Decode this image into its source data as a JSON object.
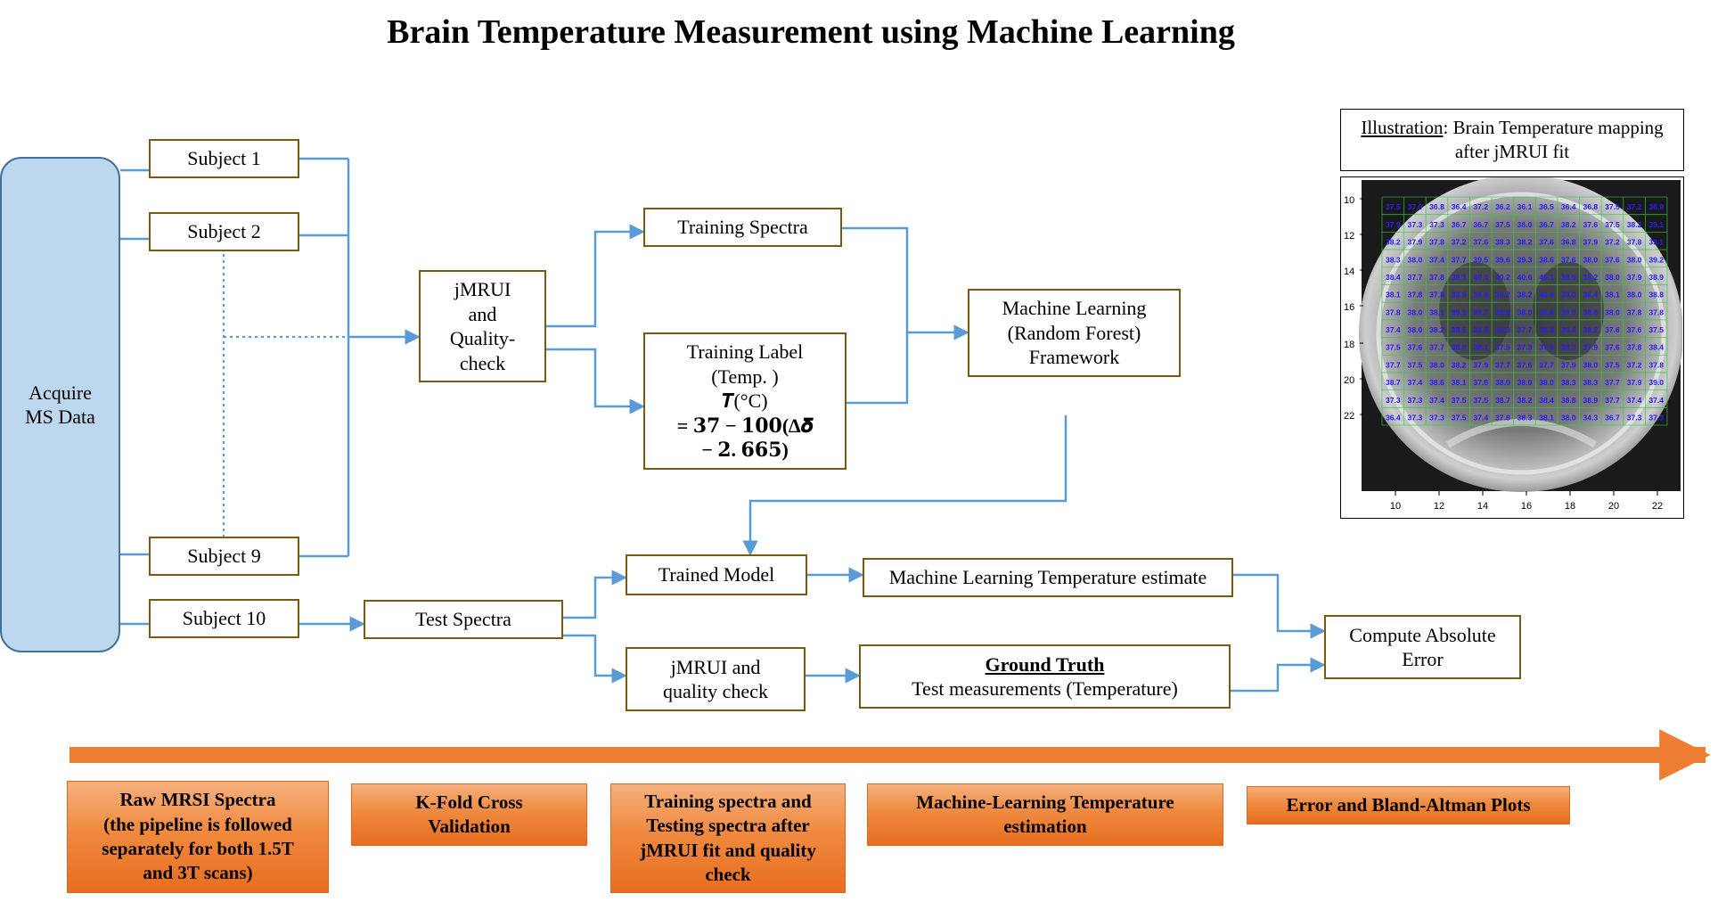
{
  "title": "Brain Temperature Measurement using Machine Learning",
  "acquire": [
    "Acquire",
    "MS Data"
  ],
  "subjects": [
    "Subject 1",
    "Subject 2",
    "Subject 9",
    "Subject 10"
  ],
  "jmrui_qc": [
    "jMRUI",
    "and",
    "Quality-",
    "check"
  ],
  "training_spectra": "Training Spectra",
  "training_label": {
    "line1": "Training Label",
    "line2": "(Temp. )",
    "line3": "𝑻(°C)",
    "line4": "= 𝟑𝟕 − 𝟏𝟎𝟎(∆𝜹",
    "line5": "− 𝟐. 𝟔𝟔𝟓)"
  },
  "ml_framework": [
    "Machine Learning",
    "(Random Forest)",
    "Framework"
  ],
  "trained_model": "Trained Model",
  "ml_estimate": "Machine Learning Temperature estimate",
  "test_spectra": "Test Spectra",
  "jmrui_qc2": [
    "jMRUI and",
    "quality check"
  ],
  "ground_truth": {
    "heading": "Ground Truth",
    "text": "Test measurements (Temperature)"
  },
  "compute_error": [
    "Compute Absolute",
    "Error"
  ],
  "illustration": {
    "label": "Illustration",
    "rest1": ": Brain Temperature mapping",
    "rest2": "after jMRUI fit"
  },
  "map_axes": {
    "y_ticks": [
      "10",
      "12",
      "14",
      "16",
      "18",
      "20",
      "22"
    ],
    "x_ticks": [
      "10",
      "12",
      "14",
      "16",
      "18",
      "20",
      "22"
    ]
  },
  "map_values": [
    [
      "37.5",
      "37.0",
      "36.8",
      "36.4",
      "37.2",
      "36.2",
      "36.1",
      "36.5",
      "36.4",
      "36.8",
      "37.5",
      "37.2",
      "36.9"
    ],
    [
      "37.9",
      "37.3",
      "37.3",
      "36.7",
      "36.7",
      "37.5",
      "38.0",
      "36.7",
      "38.2",
      "37.6",
      "37.5",
      "38.2",
      "39.1"
    ],
    [
      "38.2",
      "37.9",
      "37.8",
      "37.2",
      "37.6",
      "38.3",
      "38.2",
      "37.6",
      "36.8",
      "37.9",
      "37.2",
      "37.8",
      "39.1"
    ],
    [
      "38.3",
      "38.0",
      "37.4",
      "37.7",
      "39.5",
      "39.6",
      "39.3",
      "38.6",
      "37.6",
      "38.0",
      "37.6",
      "38.0",
      "39.2"
    ],
    [
      "38.4",
      "37.7",
      "37.8",
      "38.3",
      "40.4",
      "40.2",
      "40.6",
      "40.1",
      "38.5",
      "38.2",
      "38.0",
      "37.9",
      "38.9"
    ],
    [
      "38.1",
      "37.8",
      "37.8",
      "38.9",
      "39.8",
      "39.2",
      "38.2",
      "40.0",
      "39.0",
      "38.4",
      "38.1",
      "38.0",
      "38.8"
    ],
    [
      "37.8",
      "38.0",
      "38.1",
      "39.3",
      "39.7",
      "38.8",
      "38.0",
      "38.6",
      "39.3",
      "38.8",
      "38.0",
      "37.8",
      "37.8"
    ],
    [
      "37.4",
      "38.0",
      "38.2",
      "38.5",
      "38.9",
      "38.3",
      "37.7",
      "38.8",
      "39.4",
      "38.2",
      "37.6",
      "37.6",
      "37.5"
    ],
    [
      "37.5",
      "37.6",
      "37.7",
      "38.0",
      "38.1",
      "37.5",
      "37.3",
      "37.8",
      "38.3",
      "37.9",
      "37.6",
      "37.8",
      "38.4"
    ],
    [
      "37.7",
      "37.5",
      "38.0",
      "38.2",
      "37.9",
      "37.7",
      "37.6",
      "37.7",
      "37.9",
      "38.0",
      "37.5",
      "37.2",
      "37.8"
    ],
    [
      "38.7",
      "37.4",
      "38.6",
      "38.1",
      "37.8",
      "38.0",
      "38.0",
      "38.0",
      "38.3",
      "38.3",
      "37.7",
      "37.9",
      "39.0"
    ],
    [
      "37.3",
      "37.3",
      "37.4",
      "37.5",
      "37.5",
      "38.7",
      "38.2",
      "38.4",
      "38.8",
      "38.9",
      "37.7",
      "37.4",
      "37.4"
    ],
    [
      "36.4",
      "37.3",
      "37.3",
      "37.5",
      "37.4",
      "37.8",
      "38.3",
      "38.1",
      "38.0",
      "34.3",
      "36.7",
      "37.3",
      "37.3"
    ]
  ],
  "stages": [
    [
      "Raw MRSI Spectra",
      "(the pipeline is followed",
      "separately for both 1.5T",
      "and 3T scans)"
    ],
    [
      "K-Fold Cross",
      "Validation"
    ],
    [
      "Training spectra and",
      "Testing spectra after",
      "jMRUI fit and quality",
      "check"
    ],
    [
      "Machine-Learning Temperature",
      "estimation"
    ],
    [
      "Error and Bland-Altman Plots"
    ]
  ],
  "colors": {
    "box_border": "#7a5a12",
    "connector": "#5b9bd5",
    "ms_fill": "#bdd7ee",
    "timeline": "#ed7d31",
    "map_numbers": "#1f1fff"
  }
}
